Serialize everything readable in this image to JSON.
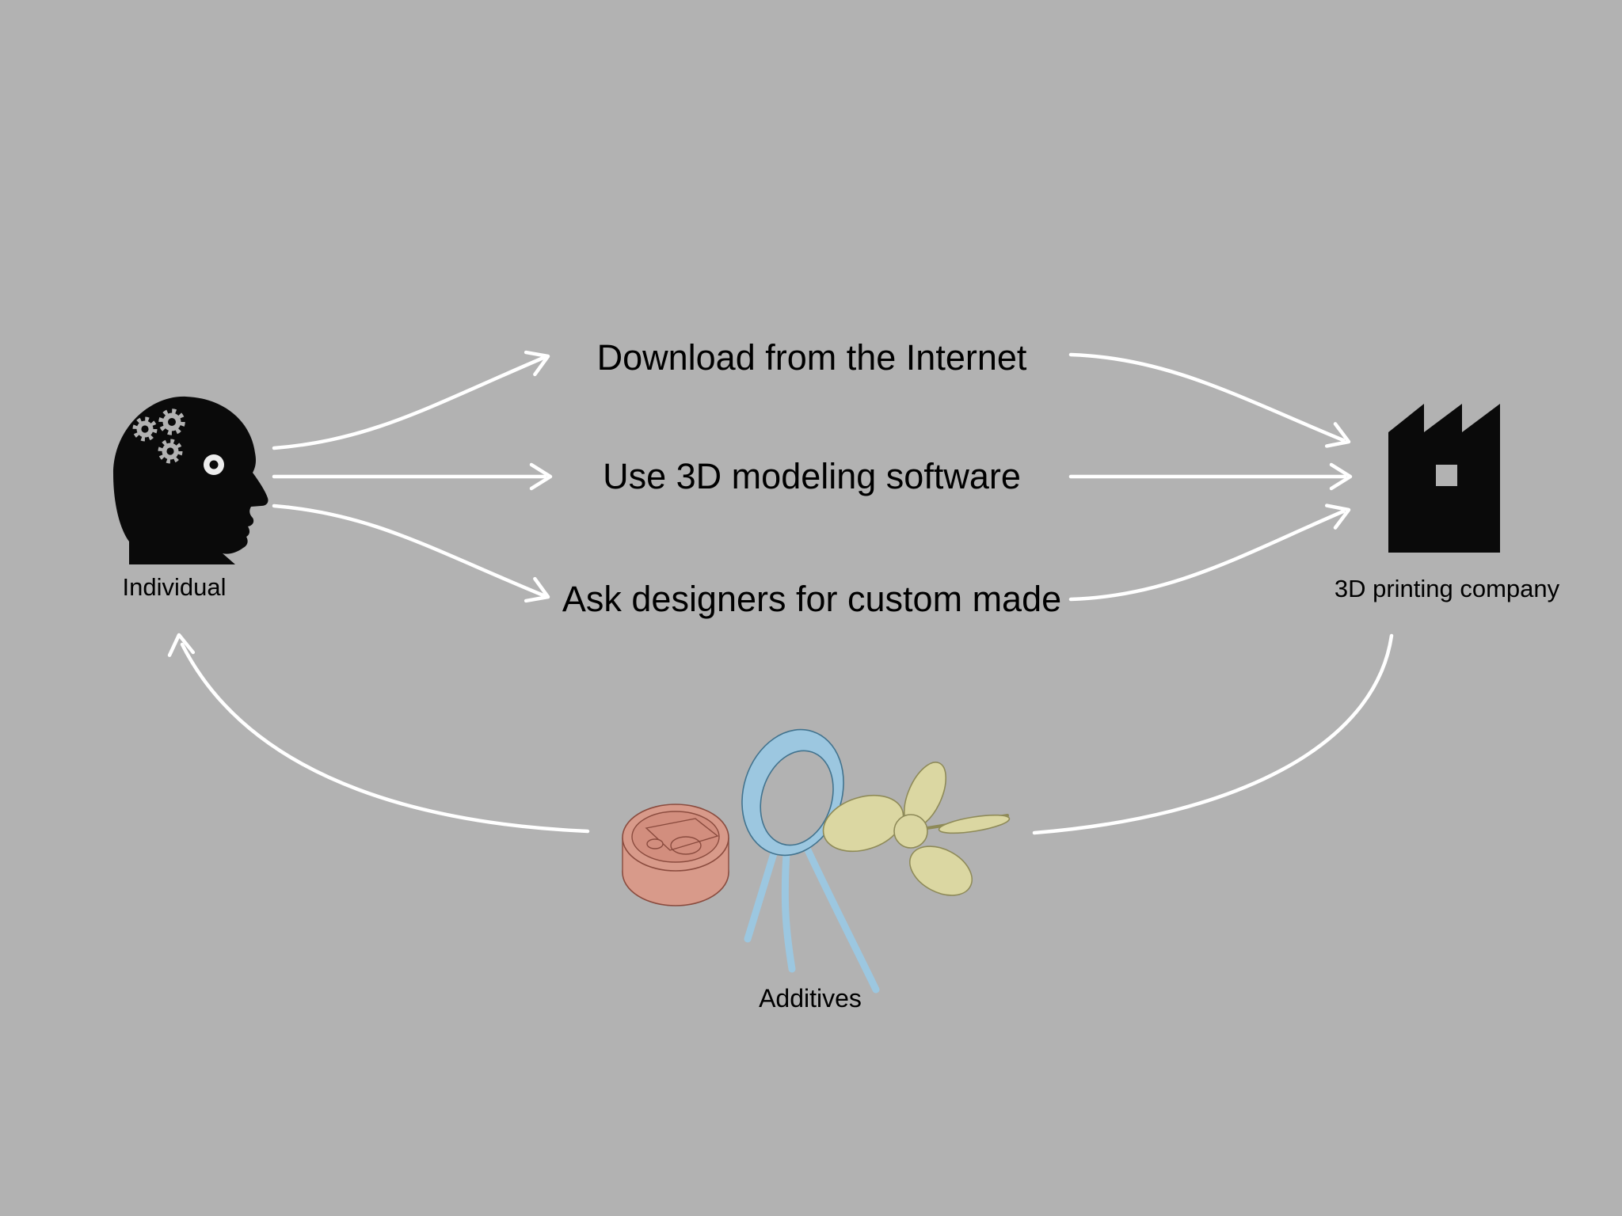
{
  "diagram": {
    "left_node": {
      "label": "Individual"
    },
    "right_node": {
      "label": "3D printing company"
    },
    "bottom_node": {
      "label": "Additives"
    },
    "options": [
      {
        "label": "Download from the Internet"
      },
      {
        "label": "Use 3D modeling software"
      },
      {
        "label": "Ask designers for custom made"
      }
    ]
  },
  "icons": {
    "individual": "head-with-gears-icon",
    "company": "factory-icon",
    "additives": [
      "printed-dish",
      "printed-ring-tripod",
      "printed-propeller"
    ]
  },
  "colors": {
    "background": "#b2b2b2",
    "text": "#000000",
    "arrow": "#ffffff",
    "icon": "#0a0a0a",
    "eye": "#ededed",
    "dish": "#d89a8a",
    "dish_inner": "#d28e7e",
    "dish_outline": "#8a4b3e",
    "ring": "#9cc7e0",
    "ring_outline": "#42738e",
    "propeller": "#dbd7a2",
    "propeller_outline": "#8e8a58"
  }
}
